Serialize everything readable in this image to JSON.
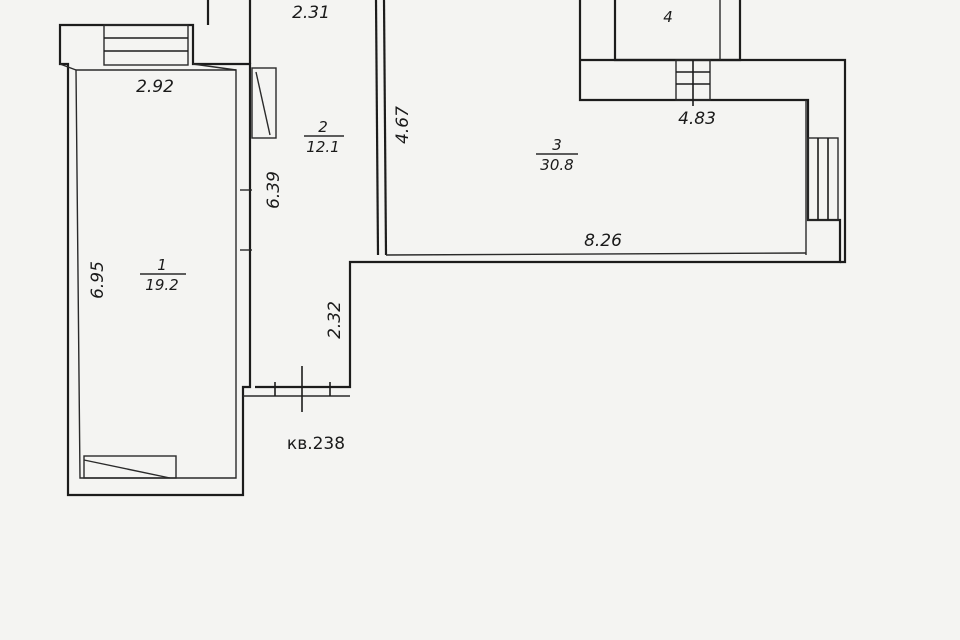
{
  "rooms": [
    {
      "number": "1",
      "area": "19.2"
    },
    {
      "number": "2",
      "area": "12.1"
    },
    {
      "number": "3",
      "area": "30.8"
    },
    {
      "number": "4"
    }
  ],
  "dimensions": {
    "top_corridor": "2.31",
    "room1_width": "2.92",
    "room1_length": "6.95",
    "room2_length": "6.39",
    "room3_depth": "4.67",
    "room3_width_top": "4.83",
    "room3_width_bottom": "8.26",
    "entry_length": "2.32"
  },
  "apartment_label": "кв.238"
}
